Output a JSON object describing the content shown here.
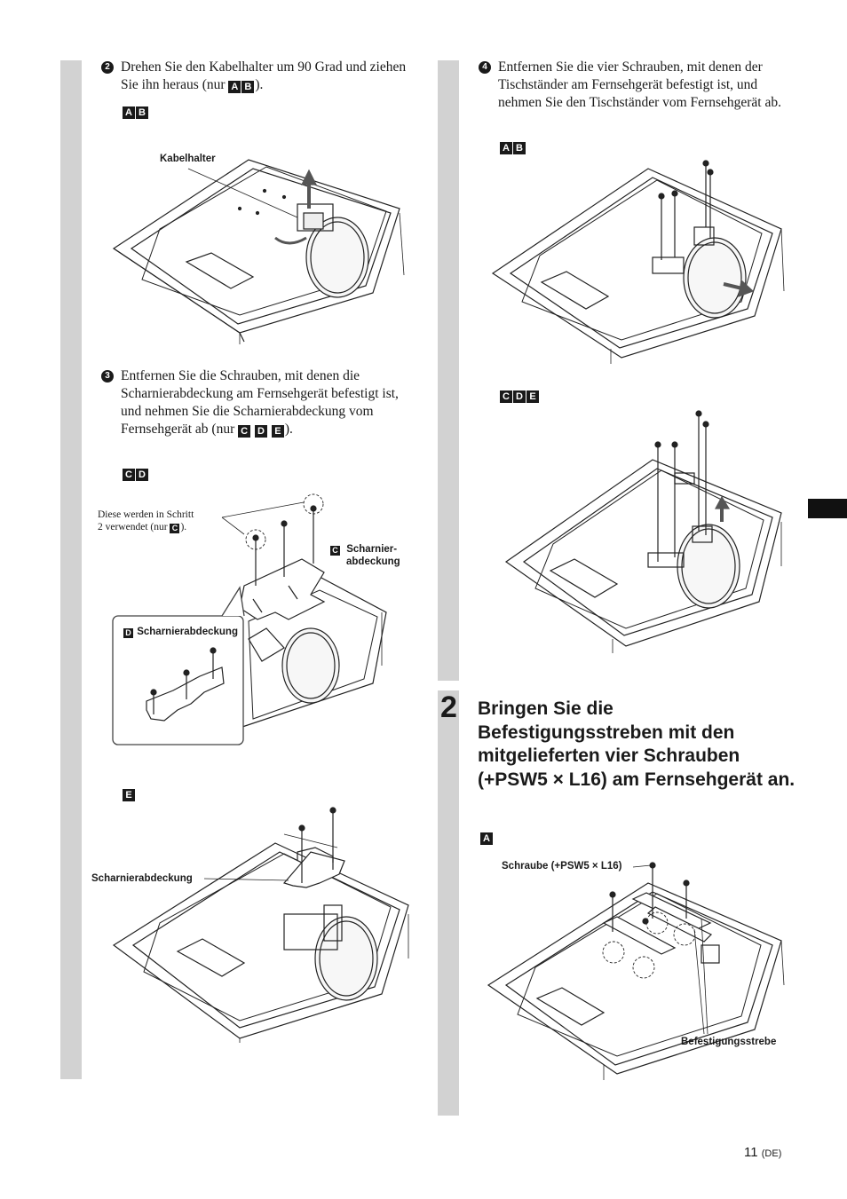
{
  "steps": {
    "s2": {
      "num": "2",
      "text": "Drehen Sie den Kabelhalter um 90 Grad und ziehen Sie ihn heraus (nur",
      "models": [
        "A",
        "B"
      ],
      "suffix": ")."
    },
    "s3": {
      "num": "3",
      "text": "Entfernen Sie die Schrauben, mit denen die Scharnierabdeckung am Fernsehgerät befestigt ist, und nehmen Sie die Scharnierabdeckung vom Fernsehgerät ab (nur",
      "models": [
        "C",
        "D",
        "E"
      ],
      "suffix": ")."
    },
    "s4": {
      "num": "4",
      "text": "Entfernen Sie die vier Schrauben, mit denen der Tischständer am Fernsehgerät befestigt ist, und nehmen Sie den Tischständer vom Fernsehgerät ab."
    }
  },
  "figure_groups": {
    "fig1": [
      "A",
      "B"
    ],
    "fig2": [
      "C",
      "D"
    ],
    "fig3": [
      "E"
    ],
    "fig4": [
      "A",
      "B"
    ],
    "fig5": [
      "C",
      "D",
      "E"
    ],
    "fig6": [
      "A"
    ]
  },
  "labels": {
    "kabelhalter": "Kabelhalter",
    "schritt_note": "Diese werden in Schritt",
    "schritt_note2": "2 verwendet (nur",
    "schritt_note_model": "C",
    "schritt_note_suffix": ").",
    "c_model": "C",
    "c_label_1": "Scharnier-",
    "c_label_2": "abdeckung",
    "d_model": "D",
    "d_label": "Scharnierabdeckung",
    "e_label": "Scharnierabdeckung",
    "schraube": "Schraube (+PSW5 × L16)",
    "strebe": "Befestigungsstrebe"
  },
  "section2": {
    "number": "2",
    "heading": "Bringen Sie die Befestigungsstreben mit den mitgelieferten vier Schrauben (+PSW5 × L16) am Fernsehgerät an."
  },
  "page": {
    "number": "11",
    "lang": "(DE)"
  }
}
